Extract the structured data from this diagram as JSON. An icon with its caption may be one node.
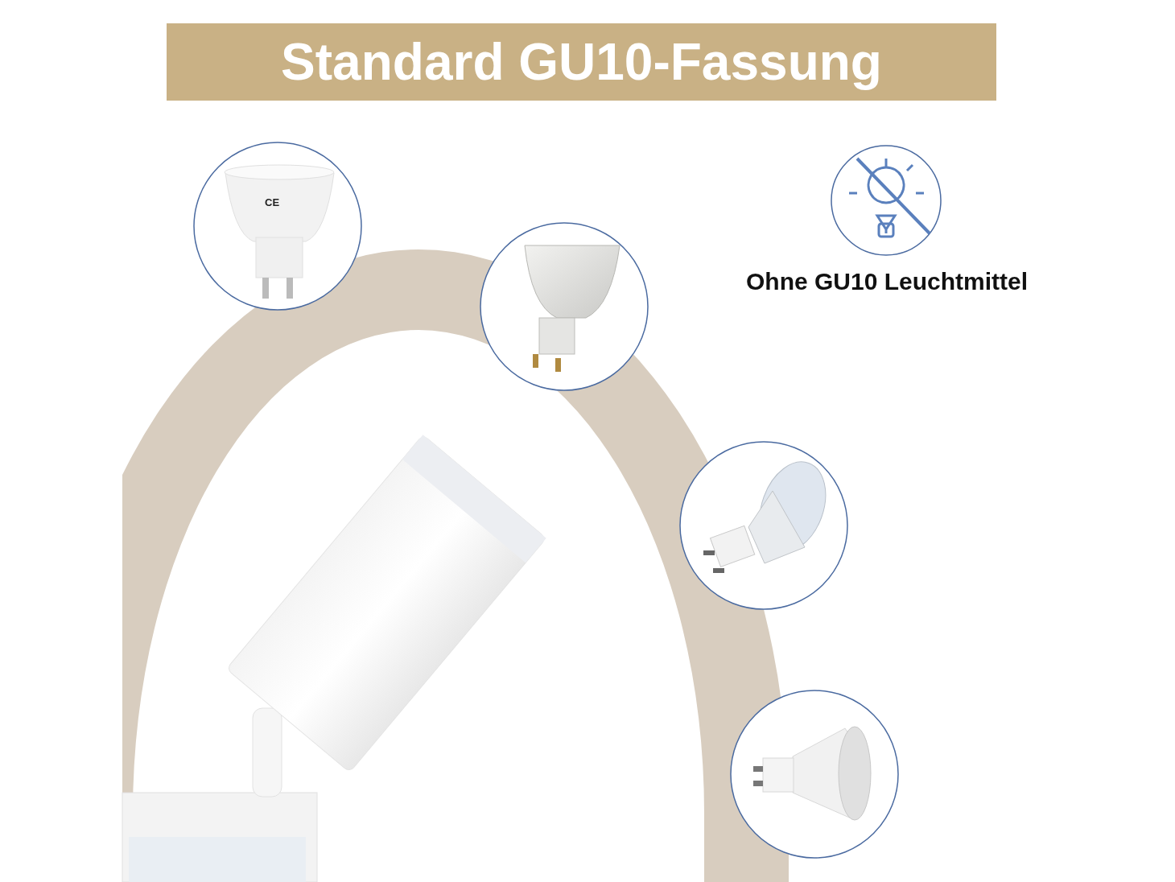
{
  "diagram": {
    "title": "Standard GU10-Fassung",
    "labels": [
      "CE",
      "Ohne GU10 Leuchtmittel"
    ]
  }
}
